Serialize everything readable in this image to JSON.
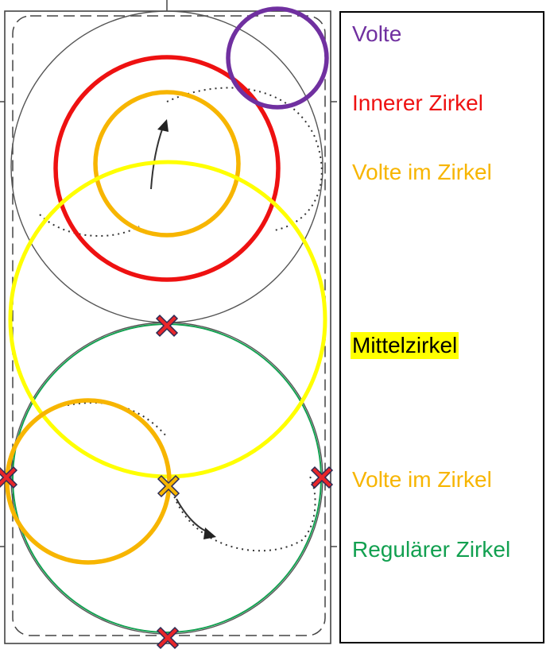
{
  "colors": {
    "volte": "#7030a0",
    "innerer": "#ee1111",
    "volte_im_zirkel": "#f7b500",
    "mittel": "#ffff00",
    "regulaer": "#12a050",
    "marker": "#e8262a"
  },
  "legend": {
    "volte": "Volte",
    "innerer_zirkel": "Innerer Zirkel",
    "volte_im_zirkel_top": "Volte im Zirkel",
    "mittelzirkel": "Mittelzirkel",
    "volte_im_zirkel_bottom": "Volte im Zirkel",
    "regulaerer_zirkel": "Regulärer Zirkel"
  },
  "marker_icon": "x-mark-icon",
  "arrow_icon": "arrowhead-icon"
}
